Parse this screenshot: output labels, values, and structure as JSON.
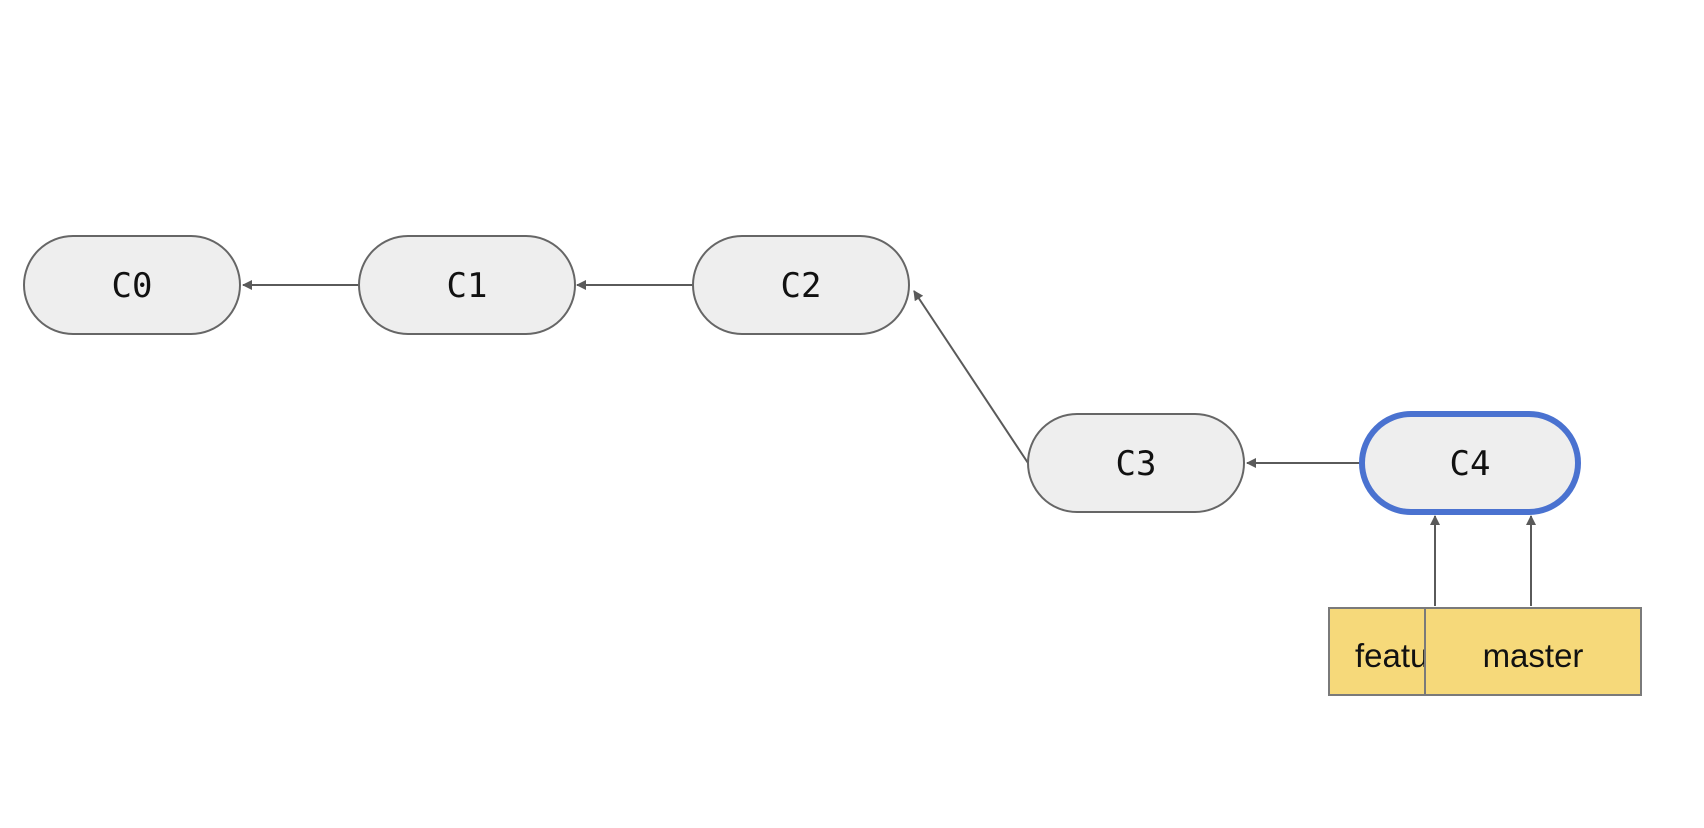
{
  "commits": [
    {
      "id": "C0",
      "label": "C0",
      "highlighted": false
    },
    {
      "id": "C1",
      "label": "C1",
      "highlighted": false
    },
    {
      "id": "C2",
      "label": "C2",
      "highlighted": false
    },
    {
      "id": "C3",
      "label": "C3",
      "highlighted": false
    },
    {
      "id": "C4",
      "label": "C4",
      "highlighted": true
    }
  ],
  "edges": [
    {
      "from": "C1",
      "to": "C0"
    },
    {
      "from": "C2",
      "to": "C1"
    },
    {
      "from": "C3",
      "to": "C2"
    },
    {
      "from": "C4",
      "to": "C3"
    }
  ],
  "branches": [
    {
      "name": "feature",
      "visible_text": "featu",
      "points_to": "C4"
    },
    {
      "name": "master",
      "visible_text": "master",
      "points_to": "C4"
    }
  ],
  "colors": {
    "commit_fill": "#eeeeee",
    "commit_stroke": "#666666",
    "highlight_stroke": "#4a72d0",
    "edge": "#5a5a5a",
    "branch_fill": "#f6d97a",
    "branch_stroke": "#7a7a7a"
  }
}
